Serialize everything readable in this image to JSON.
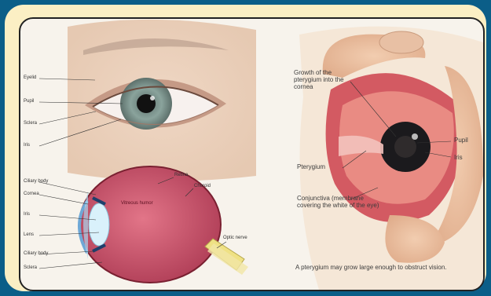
{
  "external_eye": {
    "labels": [
      "Eyelid",
      "Pupil",
      "Sclera",
      "Iris"
    ]
  },
  "cross_section": {
    "labels": [
      "Retina",
      "Choroid",
      "Ciliary body",
      "Cornea",
      "Iris",
      "Lens",
      "Ciliary body",
      "Sclera",
      "Vitreous humor",
      "Optic nerve"
    ]
  },
  "pterygium": {
    "labels": {
      "growth": "Growth of the pterygium into the cornea",
      "pupil": "Pupil",
      "iris": "Iris",
      "pterygium": "Pterygium",
      "conjunctiva": "Conjunctiva (membrane covering the white of the eye)"
    },
    "caption": "A pterygium may grow large enough to obstruct vision."
  },
  "colors": {
    "frame_outer": "#0b5e88",
    "frame_inner": "#fbefc4",
    "iris": "#7f9992",
    "eyeball": "#d2516a"
  }
}
